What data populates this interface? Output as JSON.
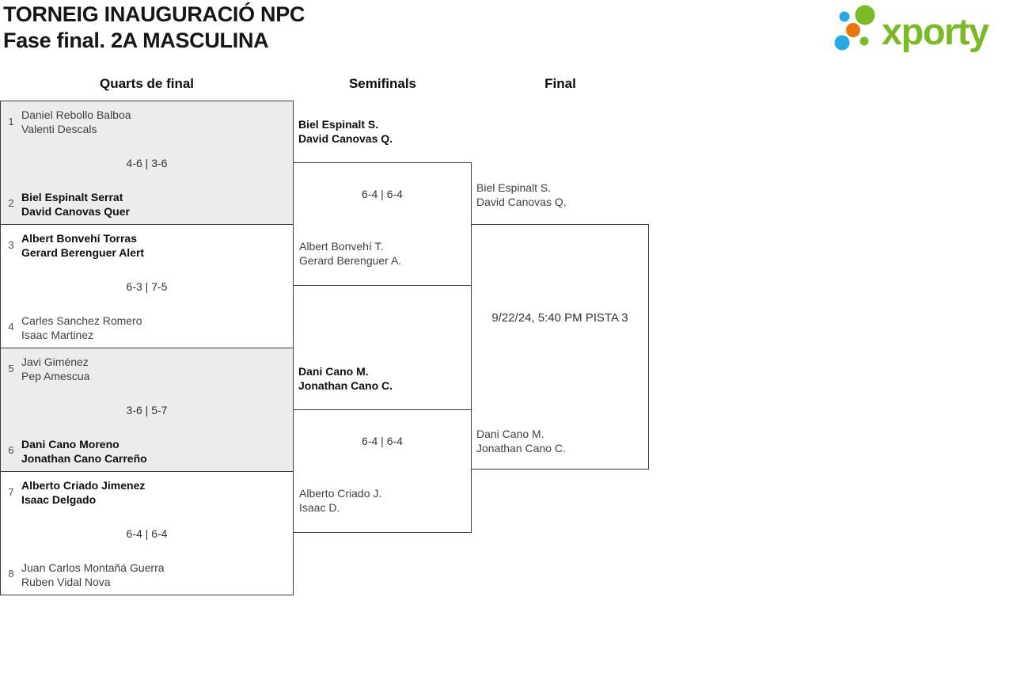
{
  "header": {
    "title_line1": "TORNEIG INAUGURACIÓ NPC",
    "title_line2": "Fase final. 2A MASCULINA",
    "logo_text": "xporty"
  },
  "colors": {
    "logo_green": "#7cb928",
    "logo_blue": "#29a9e0",
    "logo_orange": "#e8770f",
    "box_fill_alt": "#ececec",
    "box_border": "#3c3c3c",
    "text_regular": "#3f3f3f",
    "text_winner": "#0f0f0f"
  },
  "columns": [
    {
      "label": "Quarts de final"
    },
    {
      "label": "Semifinals"
    },
    {
      "label": "Final"
    }
  ],
  "quarterfinals": [
    {
      "seed_top": "1",
      "team_top": {
        "line1": "Daniel Rebollo Balboa",
        "line2": "Valenti Descals",
        "winner": false
      },
      "score": "4-6 | 3-6",
      "seed_bottom": "2",
      "team_bottom": {
        "line1": "Biel Espinalt Serrat",
        "line2": "David Canovas Quer",
        "winner": true
      }
    },
    {
      "seed_top": "3",
      "team_top": {
        "line1": "Albert Bonvehí Torras",
        "line2": "Gerard Berenguer Alert",
        "winner": true
      },
      "score": "6-3 | 7-5",
      "seed_bottom": "4",
      "team_bottom": {
        "line1": "Carles Sanchez Romero",
        "line2": "Isaac Martinez",
        "winner": false
      }
    },
    {
      "seed_top": "5",
      "team_top": {
        "line1": "Javi Giménez",
        "line2": "Pep Amescua",
        "winner": false
      },
      "score": "3-6 | 5-7",
      "seed_bottom": "6",
      "team_bottom": {
        "line1": "Dani Cano Moreno",
        "line2": "Jonathan Cano Carreño",
        "winner": true
      }
    },
    {
      "seed_top": "7",
      "team_top": {
        "line1": "Alberto Criado Jimenez",
        "line2": "Isaac Delgado",
        "winner": true
      },
      "score": "6-4 | 6-4",
      "seed_bottom": "8",
      "team_bottom": {
        "line1": "Juan Carlos Montañá Guerra",
        "line2": "Ruben Vidal Nova",
        "winner": false
      }
    }
  ],
  "semifinals": [
    {
      "team_top": {
        "line1": "Biel Espinalt S.",
        "line2": "David Canovas Q.",
        "winner": true
      },
      "score": "6-4 | 6-4",
      "team_bottom": {
        "line1": "Albert Bonvehí T.",
        "line2": "Gerard Berenguer A.",
        "winner": false
      }
    },
    {
      "team_top": {
        "line1": "Dani Cano M.",
        "line2": "Jonathan Cano C.",
        "winner": true
      },
      "score": "6-4 | 6-4",
      "team_bottom": {
        "line1": "Alberto Criado J.",
        "line2": "Isaac D.",
        "winner": false
      }
    }
  ],
  "final": {
    "team_top": {
      "line1": "Biel Espinalt S.",
      "line2": "David Canovas Q."
    },
    "schedule": "9/22/24, 5:40 PM PISTA 3",
    "team_bottom": {
      "line1": "Dani Cano M.",
      "line2": "Jonathan Cano C."
    }
  }
}
